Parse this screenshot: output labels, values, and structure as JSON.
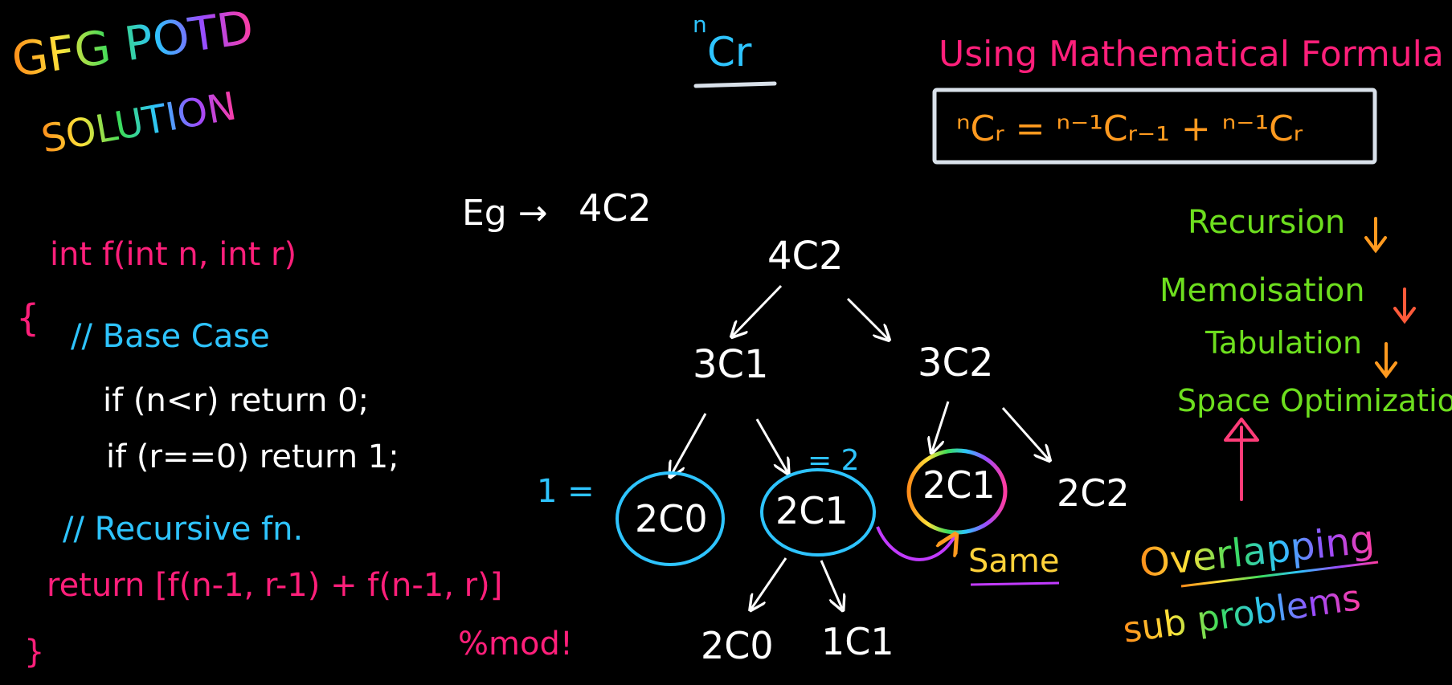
{
  "colors": {
    "background": "#000000",
    "code": "#ffffff",
    "pink": "#ff1f7a",
    "cyan": "#2ec4ff",
    "green": "#6dde1e",
    "orange": "#ff9a1f",
    "yellow": "#ffd23a",
    "purple": "#c23bff",
    "silver": "#d9e1ea"
  },
  "title": {
    "line1": "GFG POTD",
    "line2": "SOLUTION"
  },
  "heading": {
    "ncr_sup": "n",
    "ncr_main": "Cr"
  },
  "formula": {
    "title": "Using Mathematical Formula",
    "text": "ⁿCᵣ = ⁿ⁻¹Cᵣ₋₁ + ⁿ⁻¹Cᵣ"
  },
  "example": {
    "label": "Eg →",
    "value": "4C2"
  },
  "code": {
    "signature": "int f(int n, int r)",
    "open_brace": "{",
    "base_comment": "// Base Case",
    "base_line1": "if (n<r) return 0;",
    "base_line2": "if (r==0) return 1;",
    "rec_comment": "// Recursive fn.",
    "return_line": "return [f(n-1, r-1) + f(n-1, r)]",
    "mod_note": "%mod!",
    "close_brace": "}"
  },
  "tree": {
    "root": "4C2",
    "level1": [
      "3C1",
      "3C2"
    ],
    "level2": [
      "2C0",
      "2C1",
      "2C1",
      "2C2"
    ],
    "level3": [
      "2C0",
      "1C1"
    ],
    "left_annotation": "1 =",
    "right_annotation": "= 2",
    "same_label": "Same"
  },
  "approaches": {
    "items": [
      "Recursion",
      "Memoisation",
      "Tabulation",
      "Space Optimization"
    ],
    "overlapping_line1": "Overlapping",
    "overlapping_line2": "sub problems"
  }
}
